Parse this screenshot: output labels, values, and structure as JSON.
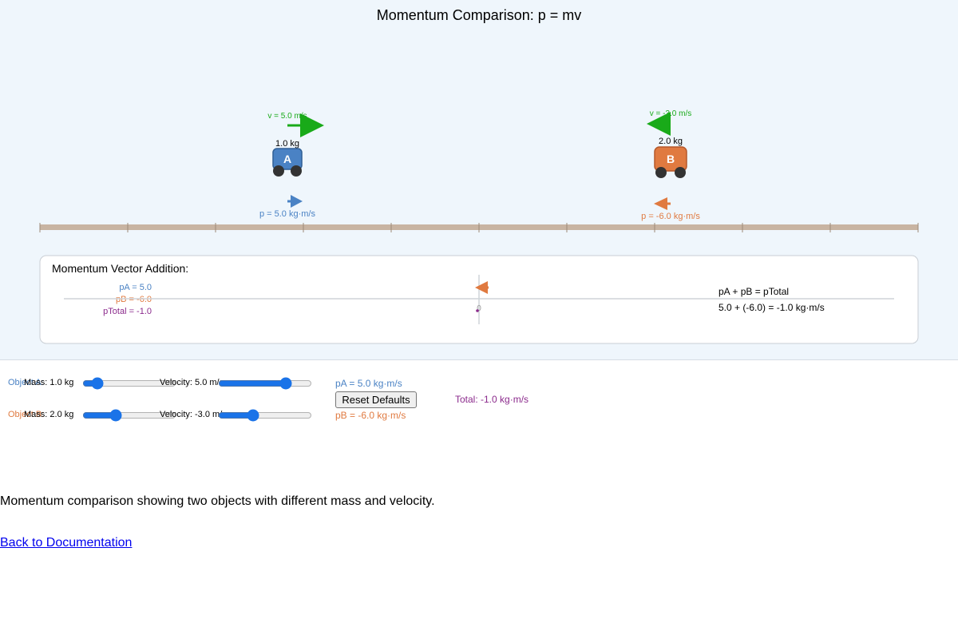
{
  "title": "Momentum Comparison: p = mv",
  "objects": {
    "a": {
      "letter": "A",
      "mass": 1.0,
      "velocity": 5.0,
      "mass_label": "1.0 kg",
      "velocity_label": "v = 5.0 m/s",
      "momentum_label": "p = 5.0 kg·m/s",
      "color": "#4a82c4"
    },
    "b": {
      "letter": "B",
      "mass": 2.0,
      "velocity": -3.0,
      "mass_label": "2.0 kg",
      "velocity_label": "v = -3.0 m/s",
      "momentum_label": "p = -6.0 kg·m/s",
      "color": "#e07a40"
    }
  },
  "velocity_arrow_color": "#19aa19",
  "track_color": "#c8b4a2",
  "vector_panel": {
    "heading": "Momentum Vector Addition:",
    "legend": {
      "pa": "pA = 5.0",
      "pb": "pB = -6.0",
      "ptotal": "pTotal = -1.0"
    },
    "zero_label": "0",
    "equation": "pA + pB = pTotal",
    "sum": "5.0 + (-6.0) = -1.0 kg·m/s",
    "total_color": "#8b2a8c"
  },
  "controls": {
    "object_a": {
      "label": "Object A:",
      "mass_label": "Mass: 1.0 kg",
      "velocity_label": "Velocity: 5.0 m/s",
      "mass_value": "1.0",
      "velocity_value": "5.0",
      "readout": "pA = 5.0 kg·m/s"
    },
    "object_b": {
      "label": "Object B:",
      "mass_label": "Mass: 2.0 kg",
      "velocity_label": "Velocity: -3.0 m/s",
      "mass_value": "2.0",
      "velocity_value": "-3.0",
      "readout": "pB = -6.0 kg·m/s"
    },
    "reset_label": "Reset Defaults",
    "total": "Total: -1.0 kg·m/s"
  },
  "caption": "Momentum comparison showing two objects with different mass and velocity.",
  "link": "Back to Documentation"
}
